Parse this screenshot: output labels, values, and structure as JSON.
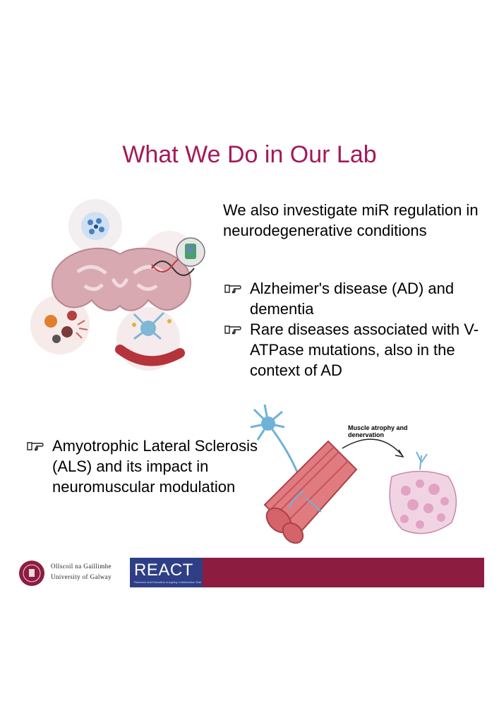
{
  "title": "What We Do in Our Lab",
  "intro": "We also investigate miR regulation in neurodegenerative conditions",
  "right_bullets": [
    {
      "icon": "pointing-hand-icon",
      "text": "Alzheimer's disease (AD) and dementia"
    },
    {
      "icon": "pointing-hand-icon",
      "text": "Rare diseases associated with V-ATPase mutations, also in the context of AD"
    }
  ],
  "als_bullet": {
    "icon": "pointing-hand-icon",
    "text": "Amyotrophic Lateral Sclerosis (ALS) and its impact in neuromuscular modulation"
  },
  "figure_label": "Muscle atrophy and denervation",
  "footer": {
    "university_irish": "Ollscoil na Gaillimhe",
    "university_english": "University of Galway",
    "react_logo": "REACT",
    "react_tagline": "Research and Education in Ageing Collaborative Trials",
    "brand_color": "#8c1d40",
    "react_color": "#2f3f86"
  },
  "title_color": "#a3195b"
}
